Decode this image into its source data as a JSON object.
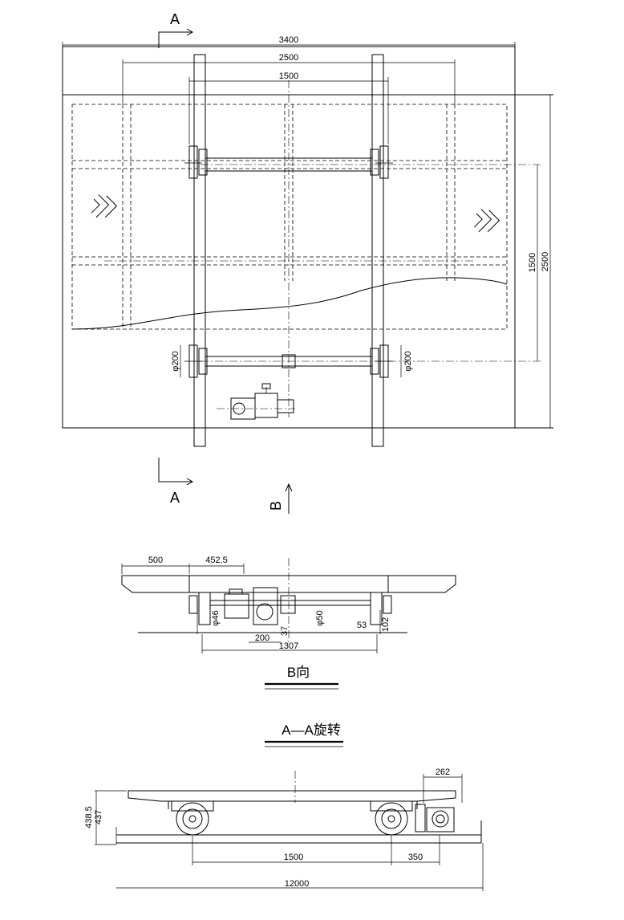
{
  "plan": {
    "section_mark": "A",
    "view_mark": "B",
    "dims": {
      "overall_width": "3400",
      "track_width": "2500",
      "gauge": "1500",
      "overall_length": "2500",
      "wheelbase": "1500",
      "wheel_dia_left": "φ200",
      "wheel_dia_right": "φ200"
    }
  },
  "view_b": {
    "title": "B向",
    "dims": {
      "overhang": "500",
      "offset": "452.5",
      "shaft_len": "200",
      "span": "1307",
      "shaft_dia": "φ50",
      "shaft_dia_small": "φ46",
      "rail_w": "53",
      "rail_h": "102",
      "gap": "37"
    }
  },
  "section_aa": {
    "title": "A—A旋转",
    "dims": {
      "height_total": "438.5",
      "height_deck": "437",
      "motor_width": "262",
      "wheelbase": "1500",
      "motor_offset": "350",
      "track_length": "12000"
    }
  }
}
